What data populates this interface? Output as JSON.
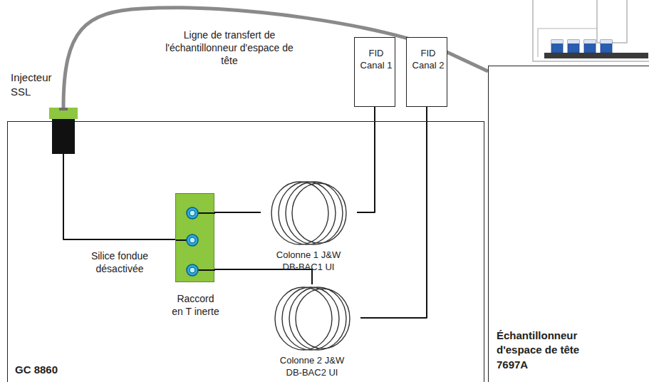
{
  "diagram": {
    "nodes": [
      {
        "text": [
          "GC 8860"
        ]
      },
      {
        "text": [
          "Injecteur SSL"
        ],
        "in": 0
      },
      {
        "text": [
          "Raccord en T inerte"
        ],
        "in": 0
      },
      {
        "text": [
          "Colonne 1 J&W DB-BAC1 UI"
        ],
        "in": 0
      },
      {
        "text": [
          "Colonne 2 J&W DB-BAC2 UI"
        ],
        "in": 0
      },
      {
        "text": [
          "FID Canal 1"
        ]
      },
      {
        "text": [
          "FID Canal 2"
        ]
      },
      {
        "text": [
          "Échantillonneur d'espace de tête 7697A"
        ]
      }
    ],
    "edges": [
      {
        "from": 7,
        "to": 1,
        "arrow": "none",
        "label": "Ligne de transfert de l'échantillonneur d'espace de tête"
      },
      {
        "from": 1,
        "to": 2,
        "arrow": "none",
        "label": "Silice fondue désactivée"
      },
      {
        "from": 2,
        "to": 3,
        "arrow": "none"
      },
      {
        "from": 3,
        "to": 5,
        "arrow": "none"
      },
      {
        "from": 2,
        "to": 4,
        "arrow": "none"
      },
      {
        "from": 4,
        "to": 6,
        "arrow": "none"
      }
    ]
  }
}
